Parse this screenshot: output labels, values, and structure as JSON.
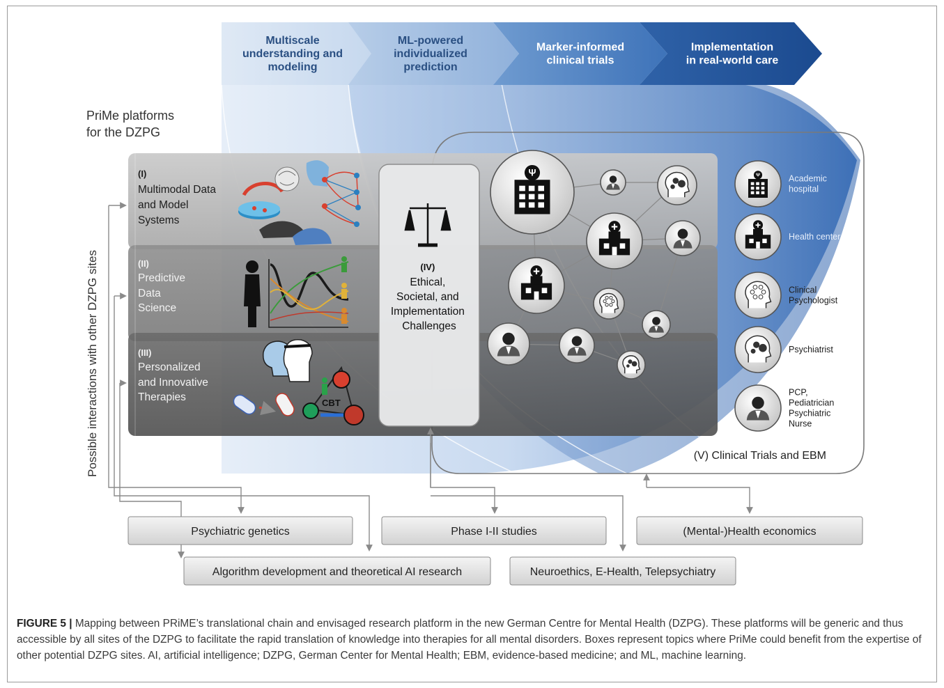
{
  "stages": [
    {
      "lines": [
        "Multiscale",
        "understanding and",
        "modeling"
      ]
    },
    {
      "lines": [
        "ML-powered",
        "individualized",
        "prediction"
      ]
    },
    {
      "lines": [
        "Marker-informed",
        "clinical trials"
      ]
    },
    {
      "lines": [
        "Implementation",
        "in real-world care"
      ]
    }
  ],
  "platforms_title": [
    "PriMe platforms",
    "for the DZPG"
  ],
  "side_label": "Possible interactions with other DZPG sites",
  "platforms": [
    {
      "lines": [
        "(I)",
        "Multimodal Data",
        "and Model",
        "Systems"
      ]
    },
    {
      "lines": [
        "(II)",
        "Predictive",
        "Data",
        "Science"
      ]
    },
    {
      "lines": [
        "(III)",
        "Personalized",
        "and Innovative",
        "Therapies"
      ]
    }
  ],
  "cbt_label": "CBT",
  "ethics": {
    "lines": [
      "(IV)",
      "Ethical,",
      "Societal, and",
      "Implementation",
      "Challenges"
    ]
  },
  "clinical_trials_label": "(V) Clinical Trials and EBM",
  "legend": [
    {
      "icon": "hospital-icon",
      "lines": [
        "Academic",
        "hospital"
      ]
    },
    {
      "icon": "health-center-icon",
      "lines": [
        "Health center"
      ]
    },
    {
      "icon": "psychologist-icon",
      "lines": [
        "Clinical",
        "Psychologist"
      ]
    },
    {
      "icon": "psychiatrist-icon",
      "lines": [
        "Psychiatrist"
      ]
    },
    {
      "icon": "doctor-icon",
      "lines": [
        "PCP,",
        "Pediatrician",
        "Psychiatric",
        "Nurse"
      ]
    }
  ],
  "topic_boxes": {
    "psychiatric_genetics": "Psychiatric genetics",
    "phase_studies": "Phase I-II studies",
    "health_economics": "(Mental-)Health economics",
    "algorithm_dev": "Algorithm development and theoretical AI research",
    "neuroethics": "Neuroethics, E-Health, Telepsychiatry"
  },
  "caption": {
    "label": "FIGURE 5 |",
    "text": " Mapping between PRiME’s translational chain and envisaged research platform in the new German Centre for Mental Health (DZPG). These platforms will be generic and thus accessible by all sites of the DZPG to facilitate the rapid translation of knowledge into therapies for all mental disorders. Boxes represent topics where PriMe could benefit from the expertise of other potential DZPG sites. AI, artificial intelligence; DZPG, German Center for Mental Health; EBM, evidence-based medicine; and ML, machine learning."
  }
}
